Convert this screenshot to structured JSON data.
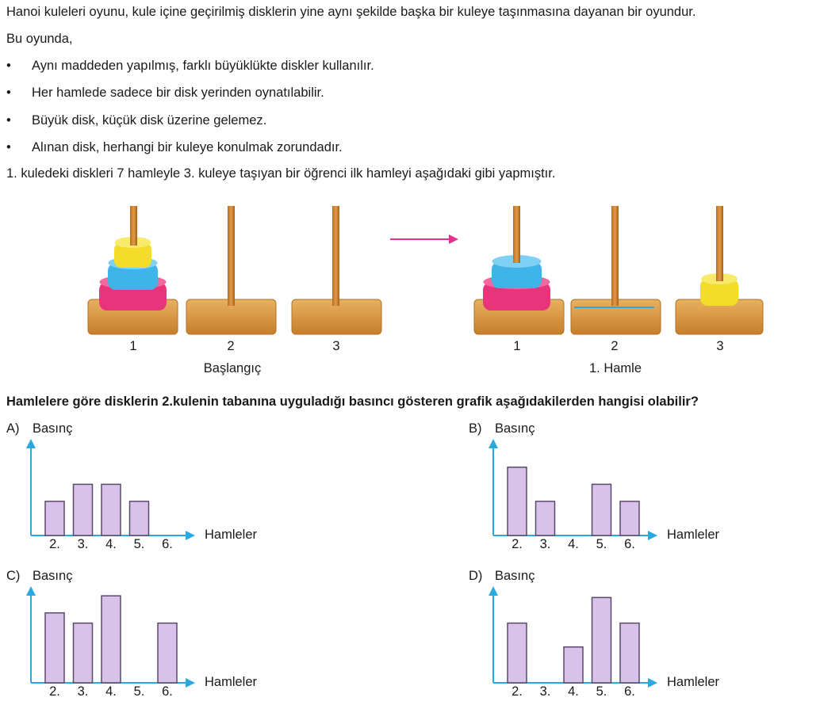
{
  "intro": {
    "line1": "Hanoi kuleleri oyunu, kule içine geçirilmiş disklerin yine aynı şekilde başka bir kuleye taşınmasına dayanan bir oyundur.",
    "line2": "Bu oyunda,",
    "bullets": [
      "Aynı maddeden yapılmış, farklı büyüklükte diskler kullanılır.",
      "Her hamlede sadece bir disk yerinden oynatılabilir.",
      "Büyük disk, küçük disk üzerine gelemez.",
      "Alınan disk, herhangi bir kuleye konulmak zorundadır."
    ],
    "line3": "1. kuledeki diskleri 7 hamleyle 3. kuleye taşıyan bir öğrenci ilk hamleyi aşağıdaki gibi yapmıştır."
  },
  "figure": {
    "tower_labels": [
      "1",
      "2",
      "3"
    ],
    "start_caption": "Başlangıç",
    "after_caption": "1. Hamle",
    "colors": {
      "disk_small": "#f3dd2a",
      "disk_medium": "#3fb4e6",
      "disk_large": "#e8347a",
      "wood": "#d7963f",
      "arrow": "#e0338e"
    }
  },
  "question": "Hamlelere göre disklerin 2.kulenin tabanına uyguladığı basıncı gösteren grafik aşağıdakilerden hangisi olabilir?",
  "bullet_symbol": "•",
  "chart_data": [
    {
      "type": "bar",
      "option": "A)",
      "ylabel": "Basınç",
      "xlabel": "Hamleler",
      "categories": [
        "2.",
        "3.",
        "4.",
        "5.",
        "6."
      ],
      "values": [
        2,
        3,
        3,
        2,
        0
      ]
    },
    {
      "type": "bar",
      "option": "B)",
      "ylabel": "Basınç",
      "xlabel": "Hamleler",
      "categories": [
        "2.",
        "3.",
        "4.",
        "5.",
        "6."
      ],
      "values": [
        4,
        2,
        0,
        3,
        2
      ]
    },
    {
      "type": "bar",
      "option": "C)",
      "ylabel": "Basınç",
      "xlabel": "Hamleler",
      "categories": [
        "2.",
        "3.",
        "4.",
        "5.",
        "6."
      ],
      "values": [
        4.1,
        3.5,
        5.1,
        0,
        3.5
      ]
    },
    {
      "type": "bar",
      "option": "D)",
      "ylabel": "Basınç",
      "xlabel": "Hamleler",
      "categories": [
        "2.",
        "3.",
        "4.",
        "5.",
        "6."
      ],
      "values": [
        3.5,
        0,
        2.1,
        5.0,
        3.5
      ]
    }
  ],
  "chart_style": {
    "bar_fill": "#d8c2ea",
    "bar_stroke": "#5a4a6a",
    "axis_color": "#2aa8e0"
  }
}
